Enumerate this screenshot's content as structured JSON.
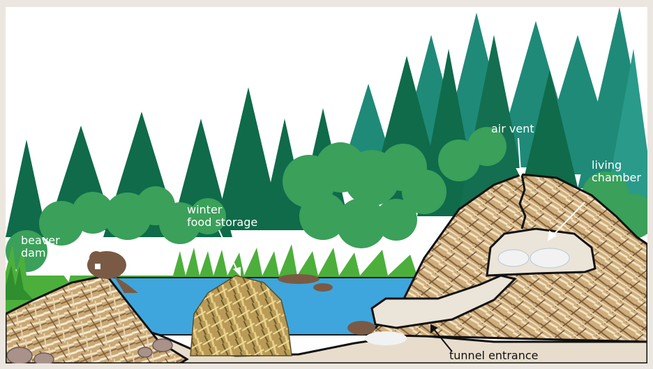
{
  "labels": {
    "beaver_dam": [
      "beaver",
      "dam"
    ],
    "winter_food_storage": [
      "winter",
      "food storage"
    ],
    "air_vent": "air vent",
    "living_chamber": [
      "living",
      "chamber"
    ],
    "tunnel_entrance": "tunnel entrance"
  },
  "colors": {
    "background": "#ebe6df",
    "tree_dark": "#0f6b4a",
    "tree_teal": "#1f8a78",
    "shrub_green": "#3aa05a",
    "grass": "#4caf3b",
    "water": "#3ea6dd",
    "sticks": "#c9a875",
    "soil": "#e8ddcc",
    "beaver": "#7a5a44"
  }
}
